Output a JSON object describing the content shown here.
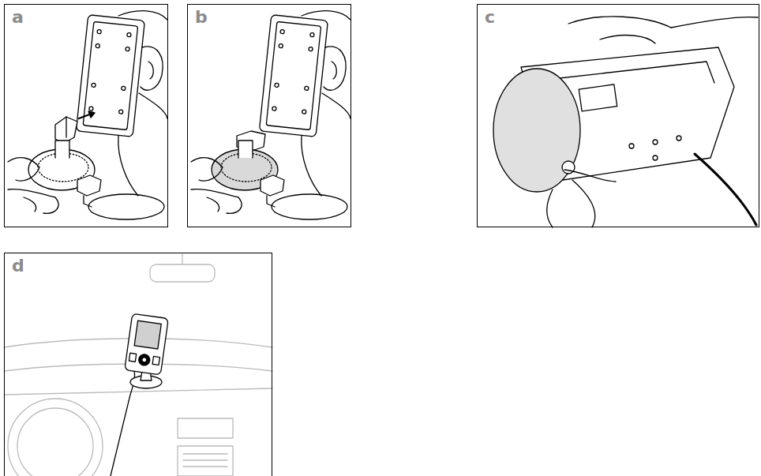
{
  "diagram": {
    "nodes": [
      {
        "text": [
          "a"
        ]
      },
      {
        "text": [
          "b"
        ]
      },
      {
        "text": [
          "c"
        ]
      },
      {
        "text": [
          "d"
        ]
      }
    ]
  }
}
